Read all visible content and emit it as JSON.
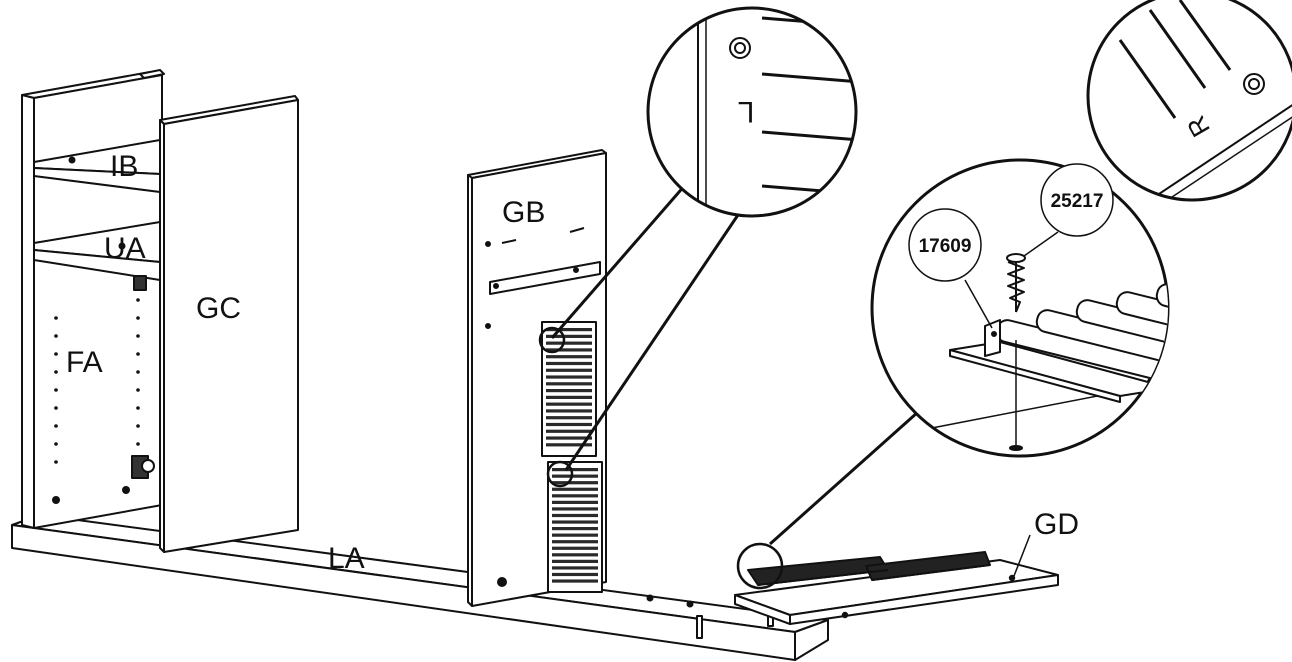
{
  "labels": {
    "ib": "IB",
    "ua": "UA",
    "fa": "FA",
    "gc": "GC",
    "gb": "GB",
    "la": "LA",
    "gd": "GD"
  },
  "parts": {
    "bracket": "17609",
    "screw": "25217"
  },
  "markings": {
    "left": "L",
    "right": "R"
  },
  "colors": {
    "line": "#111111",
    "panel": "#ffffff",
    "slat": "#2a2a2a"
  }
}
